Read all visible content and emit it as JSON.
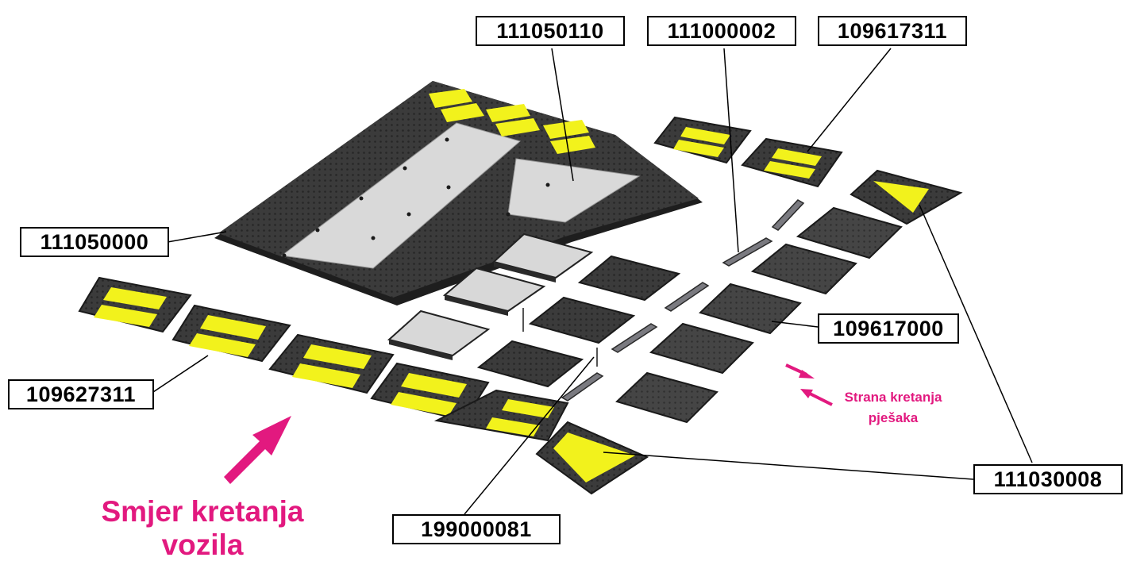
{
  "labels": {
    "l111050110": "111050110",
    "l111000002": "111000002",
    "l109617311": "109617311",
    "l111050000": "111050000",
    "l109617000": "109617000",
    "l109627311": "109627311",
    "l111030008": "111030008",
    "l199000081": "199000081"
  },
  "captions": {
    "vehicle_line1": "Smjer kretanja",
    "vehicle_line2": "vozila",
    "pedestrian_line1": "Strana kretanja",
    "pedestrian_line2": "pješaka"
  },
  "colors": {
    "accent_magenta": "#e2197f",
    "module_dark": "#3a3a3a",
    "module_light": "#d6d6d6",
    "marking_yellow": "#f2f21c"
  }
}
